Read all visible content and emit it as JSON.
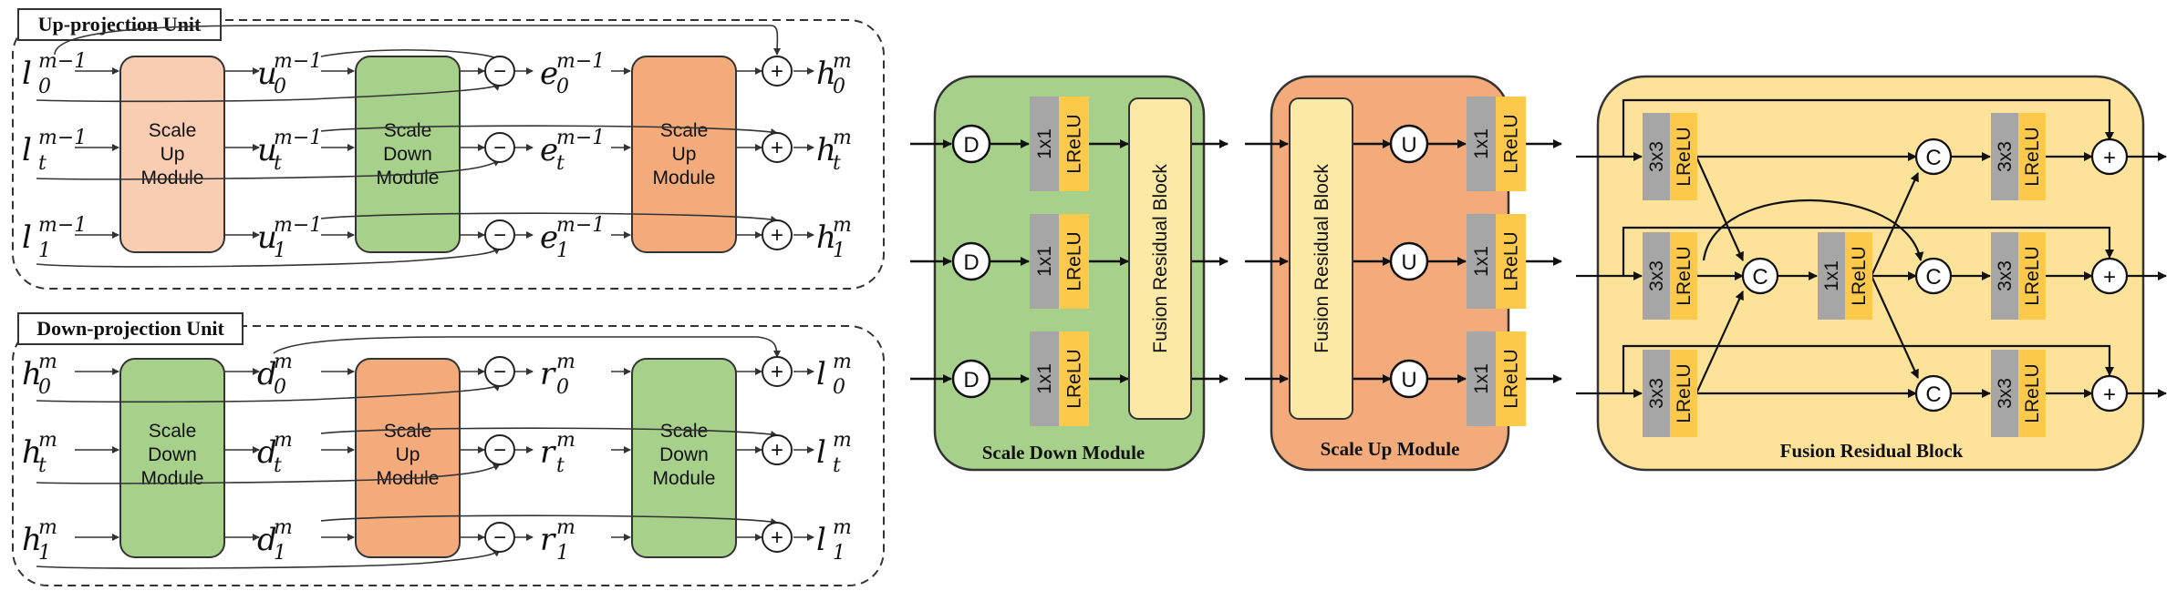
{
  "up_projection": {
    "title": "Up-projection Unit",
    "inputs": [
      {
        "base": "l",
        "sub": "0",
        "sup": "m−1"
      },
      {
        "base": "l",
        "sub": "t",
        "sup": "m−1"
      },
      {
        "base": "l",
        "sub": "1",
        "sup": "m−1"
      }
    ],
    "mids": [
      {
        "base": "u",
        "sub": "0",
        "sup": "m−1"
      },
      {
        "base": "u",
        "sub": "t",
        "sup": "m−1"
      },
      {
        "base": "u",
        "sub": "1",
        "sup": "m−1"
      }
    ],
    "errs": [
      {
        "base": "e",
        "sub": "0",
        "sup": "m−1"
      },
      {
        "base": "e",
        "sub": "t",
        "sup": "m−1"
      },
      {
        "base": "e",
        "sub": "1",
        "sup": "m−1"
      }
    ],
    "outs": [
      {
        "base": "h",
        "sub": "0",
        "sup": "m"
      },
      {
        "base": "h",
        "sub": "t",
        "sup": "m"
      },
      {
        "base": "h",
        "sub": "1",
        "sup": "m"
      }
    ],
    "block1": [
      "Scale",
      "Up",
      "Module"
    ],
    "block2": [
      "Scale",
      "Down",
      "Module"
    ],
    "block3": [
      "Scale",
      "Up",
      "Module"
    ]
  },
  "down_projection": {
    "title": "Down-projection Unit",
    "inputs": [
      {
        "base": "h",
        "sub": "0",
        "sup": "m"
      },
      {
        "base": "h",
        "sub": "t",
        "sup": "m"
      },
      {
        "base": "h",
        "sub": "1",
        "sup": "m"
      }
    ],
    "mids": [
      {
        "base": "d",
        "sub": "0",
        "sup": "m"
      },
      {
        "base": "d",
        "sub": "t",
        "sup": "m"
      },
      {
        "base": "d",
        "sub": "1",
        "sup": "m"
      }
    ],
    "errs": [
      {
        "base": "r",
        "sub": "0",
        "sup": "m"
      },
      {
        "base": "r",
        "sub": "t",
        "sup": "m"
      },
      {
        "base": "r",
        "sub": "1",
        "sup": "m"
      }
    ],
    "outs": [
      {
        "base": "l",
        "sub": "0",
        "sup": "m"
      },
      {
        "base": "l",
        "sub": "t",
        "sup": "m"
      },
      {
        "base": "l",
        "sub": "1",
        "sup": "m"
      }
    ],
    "block1": [
      "Scale",
      "Down",
      "Module"
    ],
    "block2": [
      "Scale",
      "Up",
      "Module"
    ],
    "block3": [
      "Scale",
      "Down",
      "Module"
    ]
  },
  "ops": {
    "minus": "−",
    "plus": "+"
  },
  "scale_down_module": {
    "title": "Scale Down Module",
    "op": "D",
    "conv": "1x1",
    "act": "LReLU",
    "fusion": "Fusion Residual  Block"
  },
  "scale_up_module": {
    "title": "Scale  Up Module",
    "op": "U",
    "conv": "1x1",
    "act": "LReLU",
    "fusion": "Fusion Residual  Block"
  },
  "fusion_residual_block": {
    "title": "Fusion Residual Block",
    "conv3": "3x3",
    "conv1": "1x1",
    "act": "LReLU",
    "concat": "C",
    "plus": "+"
  },
  "colors": {
    "green": "#a7d18b",
    "peach": "#f8cdb2",
    "orange": "#f3ab7c",
    "yellow": "#fde39a",
    "gold": "#fcc94a",
    "gray": "#a6a6a6",
    "fusion_inner": "#fde9a6"
  }
}
